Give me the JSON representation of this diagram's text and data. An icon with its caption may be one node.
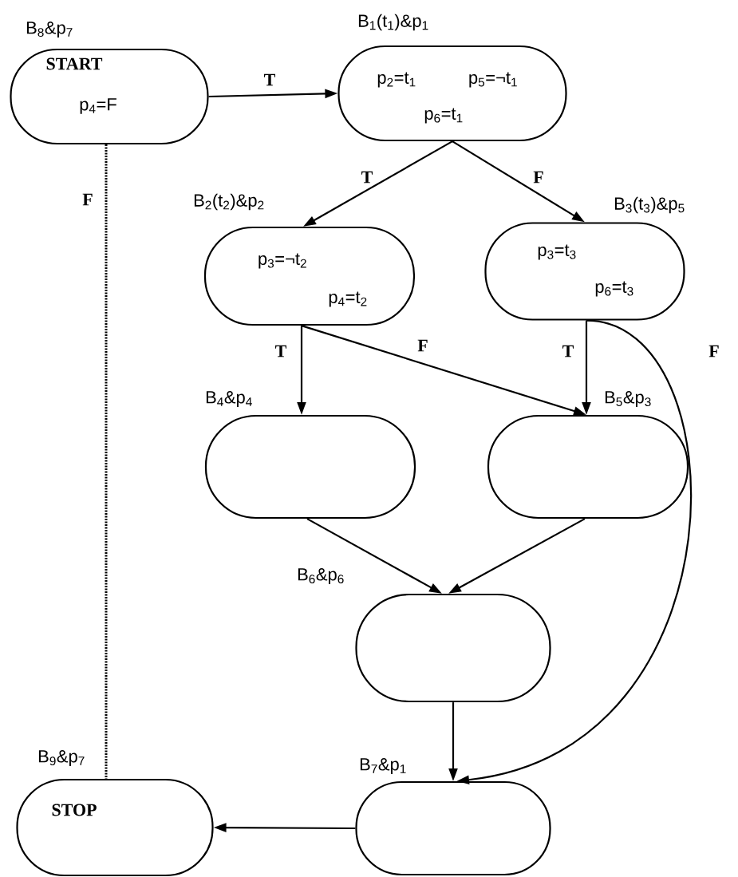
{
  "diagram": {
    "nodes": [
      {
        "text": [
          "B$_{8}$&p$_{7}$",
          "START",
          "p$_{4}$=F"
        ]
      },
      {
        "text": [
          "B$_{1}$(t$_{1}$)&p$_{1}$",
          "p$_{2}$=t$_{1}$",
          "p$_{5}$=¬t$_{1}$",
          "p$_{6}$=t$_{1}$"
        ]
      },
      {
        "text": [
          "B$_{2}$(t$_{2}$)&p$_{2}$",
          "p$_{3}$=¬t$_{2}$",
          "p$_{4}$=t$_{2}$"
        ]
      },
      {
        "text": [
          "B$_{3}$(t$_{3}$)&p$_{5}$",
          "p$_{3}$=t$_{3}$",
          "p$_{6}$=t$_{3}$"
        ]
      },
      {
        "text": [
          "B$_{4}$&p$_{4}$"
        ]
      },
      {
        "text": [
          "B$_{5}$&p$_{3}$"
        ]
      },
      {
        "text": [
          "B$_{6}$&p$_{6}$"
        ]
      },
      {
        "text": [
          "B$_{7}$&p$_{1}$"
        ]
      },
      {
        "text": [
          "B$_{9}$&p$_{7}$",
          "STOP"
        ]
      }
    ],
    "edges": [
      {
        "from": 0,
        "to": 1,
        "arrow": "to",
        "label": "T"
      },
      {
        "from": 0,
        "to": 8,
        "arrow": "none",
        "label": "F",
        "style": "dashed"
      },
      {
        "from": 1,
        "to": 2,
        "arrow": "to",
        "label": "T"
      },
      {
        "from": 1,
        "to": 3,
        "arrow": "to",
        "label": "F"
      },
      {
        "from": 2,
        "to": 4,
        "arrow": "to",
        "label": "T"
      },
      {
        "from": 2,
        "to": 5,
        "arrow": "to",
        "label": "F"
      },
      {
        "from": 3,
        "to": 5,
        "arrow": "to",
        "label": "T"
      },
      {
        "from": 3,
        "to": 7,
        "arrow": "to",
        "label": "F"
      },
      {
        "from": 4,
        "to": 6,
        "arrow": "to"
      },
      {
        "from": 5,
        "to": 6,
        "arrow": "to"
      },
      {
        "from": 6,
        "to": 7,
        "arrow": "to"
      },
      {
        "from": 7,
        "to": 8,
        "arrow": "to"
      }
    ]
  }
}
